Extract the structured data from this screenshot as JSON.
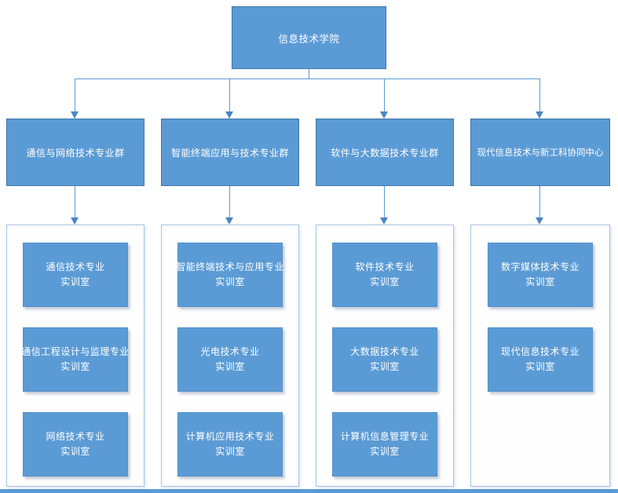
{
  "root": {
    "label": "信息技术学院"
  },
  "colors": {
    "node_fill": "#5b9bd5",
    "node_border": "#4175a6",
    "connector": "#5b9bd5",
    "arrowhead": "#4a86c5",
    "container_border": "#a6c3e2"
  },
  "groups": [
    {
      "label": "通信与网络技术专业群",
      "rooms": [
        {
          "line1": "通信技术专业",
          "line2": "实训室"
        },
        {
          "line1": "通信工程设计与监理专业",
          "line2": "实训室"
        },
        {
          "line1": "网络技术专业",
          "line2": "实训室"
        }
      ]
    },
    {
      "label": "智能终端应用与技术专业群",
      "rooms": [
        {
          "line1": "智能终端技术与应用专业",
          "line2": "实训室"
        },
        {
          "line1": "光电技术专业",
          "line2": "实训室"
        },
        {
          "line1": "计算机应用技术专业",
          "line2": "实训室"
        }
      ]
    },
    {
      "label": "软件与大数据技术专业群",
      "rooms": [
        {
          "line1": "软件技术专业",
          "line2": "实训室"
        },
        {
          "line1": "大数据技术专业",
          "line2": "实训室"
        },
        {
          "line1": "计算机信息管理专业",
          "line2": "实训室"
        }
      ]
    },
    {
      "label": "现代信息技术与新工科协同中心",
      "rooms": [
        {
          "line1": "数字媒体技术专业",
          "line2": "实训室"
        },
        {
          "line1": "现代信息技术专业",
          "line2": "实训室"
        }
      ]
    }
  ]
}
